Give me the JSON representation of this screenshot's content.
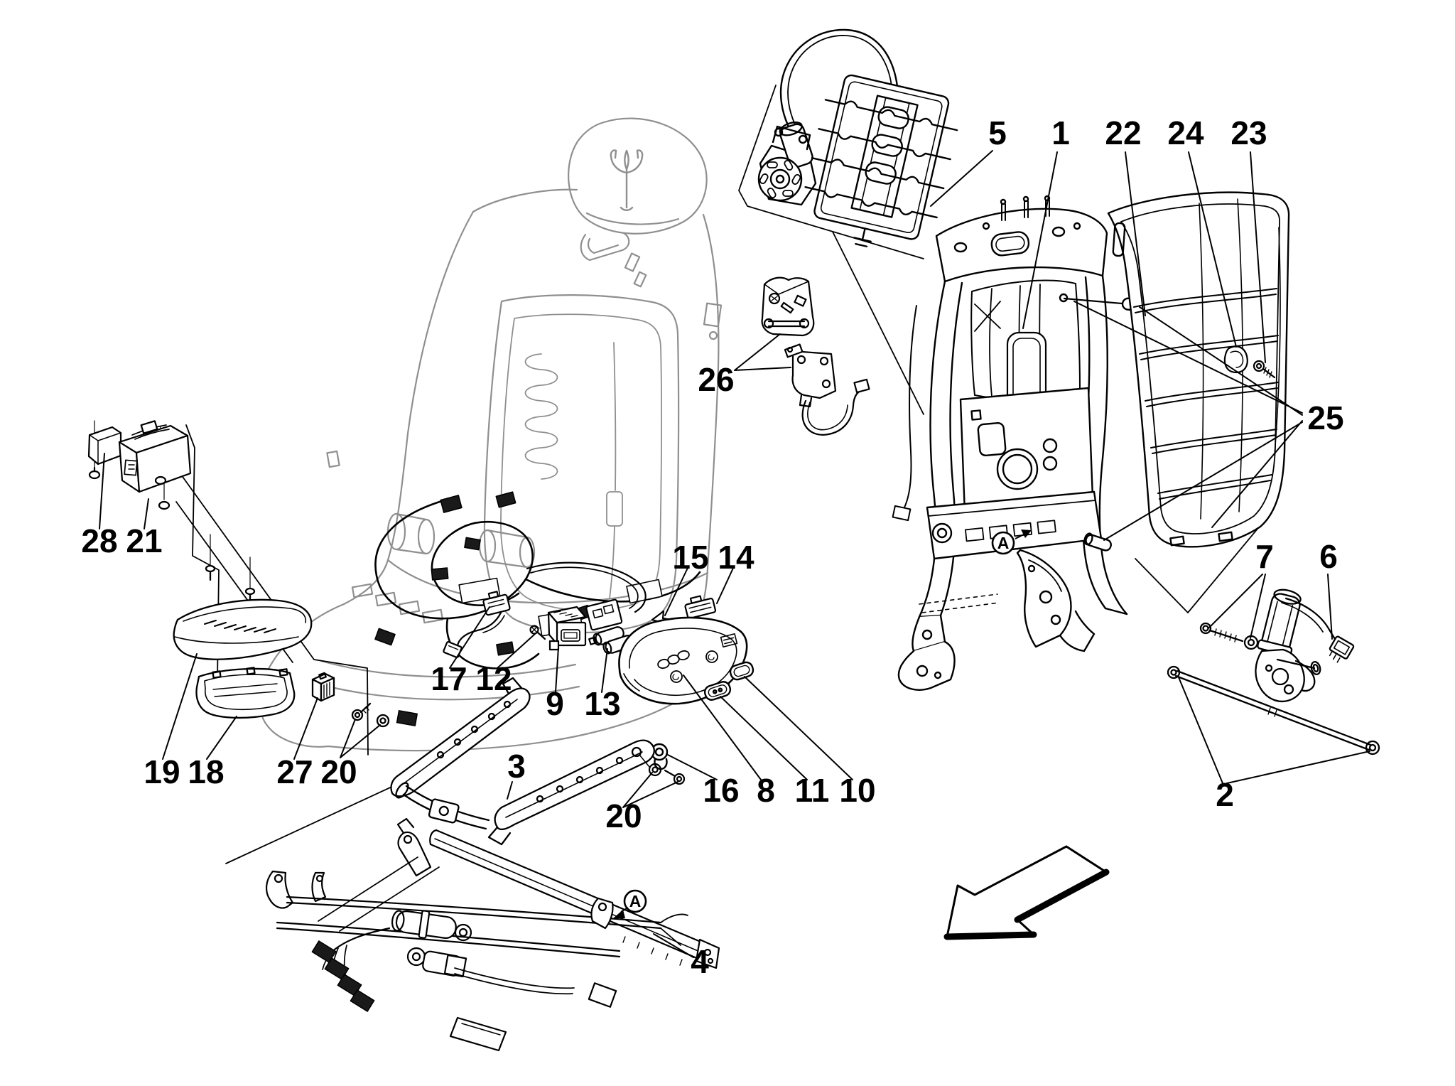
{
  "diagram": {
    "type": "exploded-parts-diagram",
    "subject": "front seat: electrical parts and mechanisms (seat with trident headrest logo, backrest frame, rear panel, rails, track assembly, switches, motors)",
    "colors": {
      "line": "#000000",
      "light_line": "#8f8f8f",
      "background": "#ffffff"
    },
    "callouts": [
      {
        "label": "5"
      },
      {
        "label": "1"
      },
      {
        "label": "22"
      },
      {
        "label": "24"
      },
      {
        "label": "23"
      },
      {
        "label": "25"
      },
      {
        "label": "26"
      },
      {
        "label": "28"
      },
      {
        "label": "21"
      },
      {
        "label": "15"
      },
      {
        "label": "14"
      },
      {
        "label": "17"
      },
      {
        "label": "12"
      },
      {
        "label": "9"
      },
      {
        "label": "13"
      },
      {
        "label": "16"
      },
      {
        "label": "8"
      },
      {
        "label": "11"
      },
      {
        "label": "10"
      },
      {
        "label": "19"
      },
      {
        "label": "18"
      },
      {
        "label": "27"
      },
      {
        "label": "20"
      },
      {
        "label": "3"
      },
      {
        "label": "20"
      },
      {
        "label": "4"
      },
      {
        "label": "2"
      },
      {
        "label": "7"
      },
      {
        "label": "6"
      }
    ],
    "markers": [
      {
        "label": "A"
      },
      {
        "label": "A"
      }
    ]
  }
}
